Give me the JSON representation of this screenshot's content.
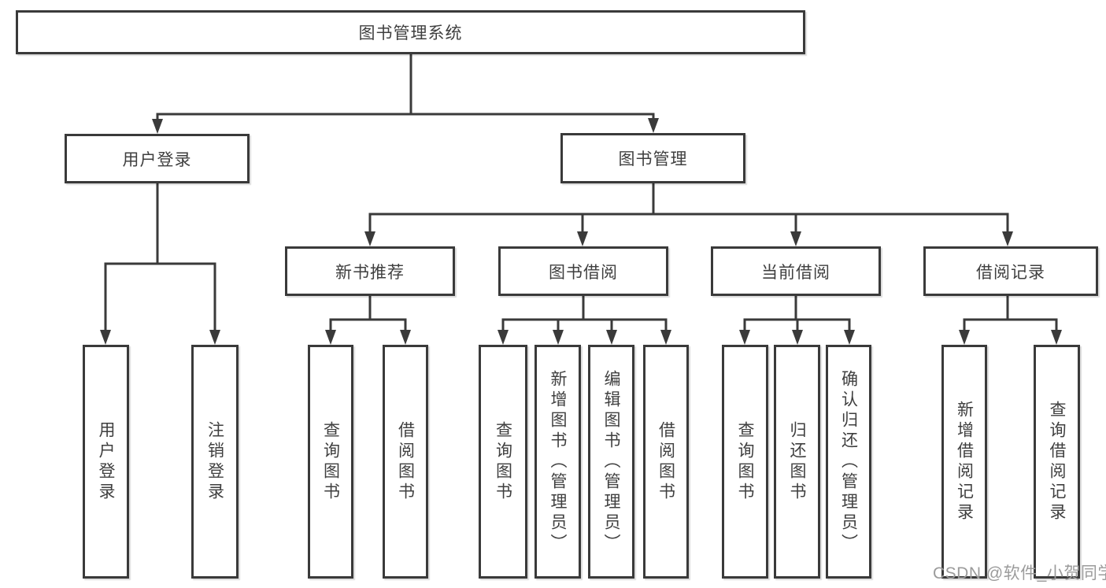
{
  "tree": {
    "root": {
      "label": "图书管理系统",
      "children": [
        {
          "label": "用户登录",
          "children": [
            {
              "label": "用户登录"
            },
            {
              "label": "注销登录"
            }
          ]
        },
        {
          "label": "图书管理",
          "children": [
            {
              "label": "新书推荐",
              "children": [
                {
                  "label": "查询图书"
                },
                {
                  "label": "借阅图书"
                }
              ]
            },
            {
              "label": "图书借阅",
              "children": [
                {
                  "label": "查询图书"
                },
                {
                  "label": "新增图书（管理员）"
                },
                {
                  "label": "编辑图书（管理员）"
                },
                {
                  "label": "借阅图书"
                }
              ]
            },
            {
              "label": "当前借阅",
              "children": [
                {
                  "label": "查询图书"
                },
                {
                  "label": "归还图书"
                },
                {
                  "label": "确认归还（管理员）"
                }
              ]
            },
            {
              "label": "借阅记录",
              "children": [
                {
                  "label": "新增借阅记录"
                },
                {
                  "label": "查询借阅记录"
                }
              ]
            }
          ]
        }
      ]
    }
  },
  "watermark": "CSDN @软件_小贺同学",
  "colors": {
    "line": "#3a3a3a",
    "box_border": "#3a3a3a",
    "text": "#3f3f3f",
    "watermark": "#9b9b9b",
    "background": "#ffffff"
  }
}
